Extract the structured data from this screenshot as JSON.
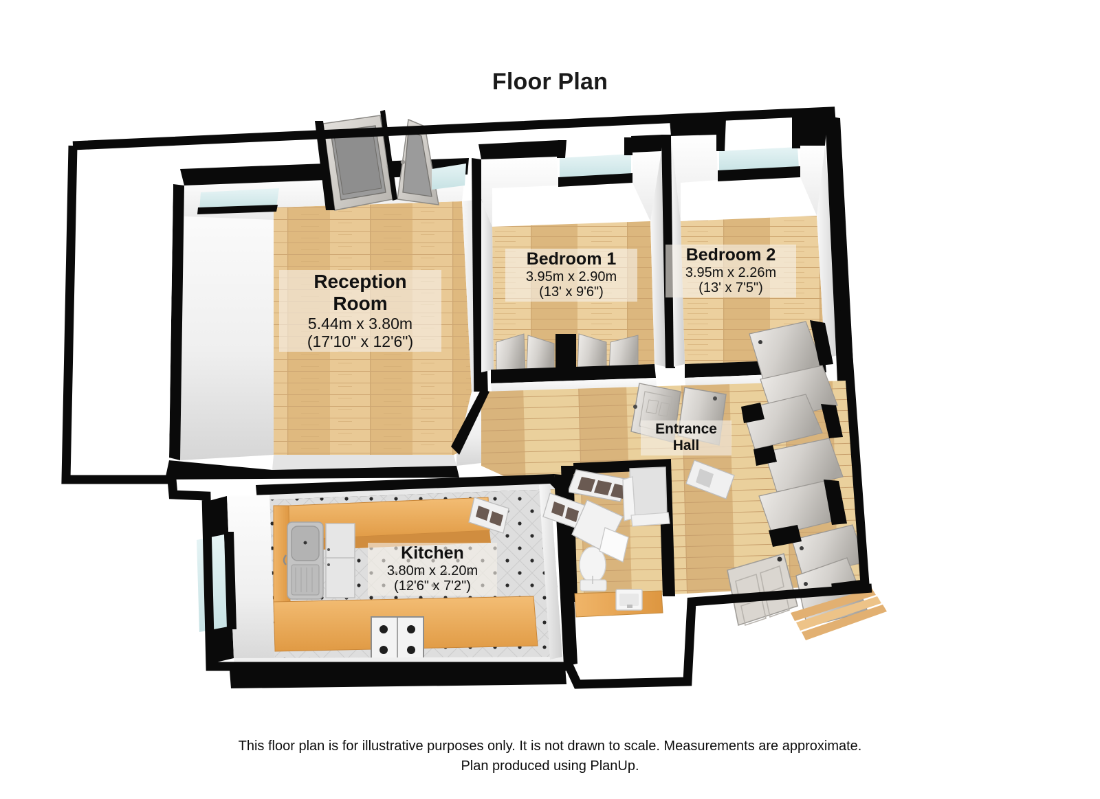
{
  "document": {
    "title": "Floor Plan",
    "producer_note": "Plan produced using PlanUp.",
    "disclaimer": "This floor plan is for illustrative purposes only. It is not drawn to scale. Measurements are approximate."
  },
  "rooms": [
    {
      "id": "reception-room",
      "name": "Reception\nRoom",
      "name_flat": "Reception Room",
      "dimensions_metric": "5.44m x 3.80m",
      "dimensions_imperial": "(17'10\" x 12'6\")",
      "floor": "wood",
      "features": [
        "french-doors",
        "window"
      ]
    },
    {
      "id": "bedroom-1",
      "name": "Bedroom 1",
      "name_flat": "Bedroom 1",
      "dimensions_metric": "3.95m x 2.90m",
      "dimensions_imperial": "(13' x 9'6\")",
      "floor": "wood",
      "features": [
        "bay-window",
        "wardrobe",
        "door"
      ]
    },
    {
      "id": "bedroom-2",
      "name": "Bedroom 2",
      "name_flat": "Bedroom 2",
      "dimensions_metric": "3.95m x 2.26m",
      "dimensions_imperial": "(13' x 7'5\")",
      "floor": "wood",
      "features": [
        "bay-window",
        "door"
      ]
    },
    {
      "id": "kitchen",
      "name": "Kitchen",
      "name_flat": "Kitchen",
      "dimensions_metric": "3.80m x 2.20m",
      "dimensions_imperial": "(12'6\" x 7'2\")",
      "floor": "tile",
      "features": [
        "sink",
        "fridge",
        "hob",
        "counter",
        "window"
      ]
    },
    {
      "id": "entrance-hall",
      "name": "Entrance\nHall",
      "name_flat": "Entrance Hall",
      "dimensions_metric": "",
      "dimensions_imperial": "",
      "floor": "wood",
      "features": [
        "doors",
        "cupboards",
        "wc",
        "basin",
        "stairs"
      ]
    }
  ],
  "palette": {
    "wall_outline": "#0a0a0a",
    "wall_face": "#ffffff",
    "wall_shade": "#d2d2d2",
    "floor_wood_light": "#e8c893",
    "floor_wood_mid": "#dcb77e",
    "floor_wood_dark": "#c79a5f",
    "floor_tile": "#d9d9d9",
    "counter_wood": "#eba958",
    "counter_wood_light": "#f0bf78",
    "glass": "#d8eef0",
    "door_panel": "#cfcdc9",
    "fixture_white": "#f2f2f2",
    "label_bg": "#f5f1e8",
    "text": "#111111"
  }
}
